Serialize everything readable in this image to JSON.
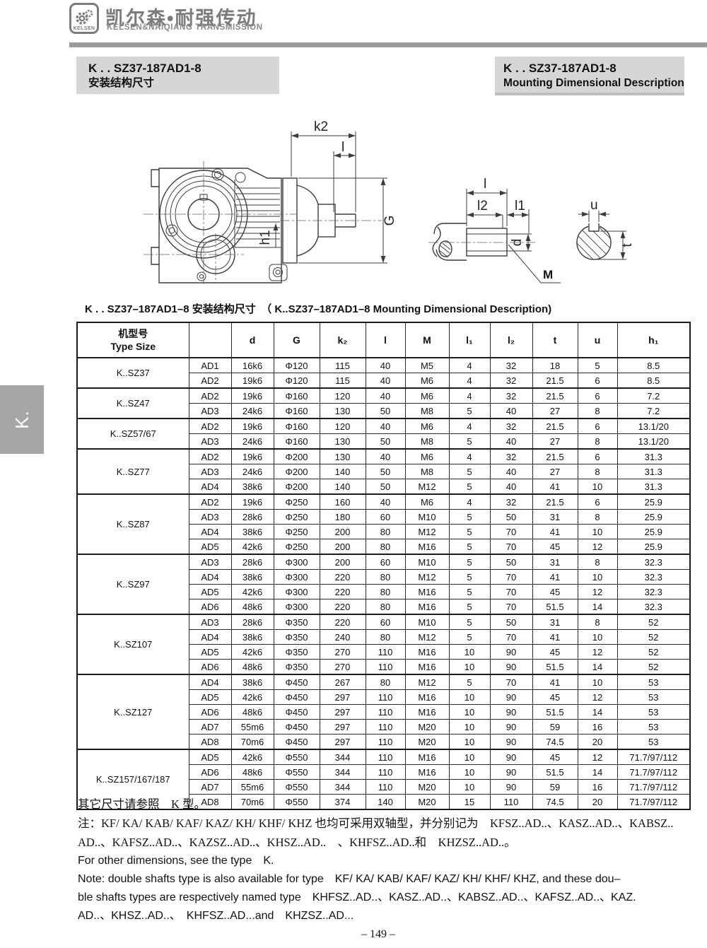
{
  "brand": {
    "logo_text": "KELSEN",
    "name_cn": "凯尔森•耐强传动",
    "name_en": "KELSEN&NAIQIANG TRANSMISSION"
  },
  "title_left": {
    "model": "K . . SZ37-187AD1-8",
    "subtitle": "安装结构尺寸"
  },
  "title_right": {
    "model": "K . . SZ37-187AD1-8",
    "subtitle": "Mounting Dimensional Description"
  },
  "side_tab": "K.",
  "drawing_labels": {
    "left": {
      "k2": "k2",
      "l": "l",
      "G": "G",
      "h1": "h1"
    },
    "right": {
      "l": "l",
      "l2": "l2",
      "l1": "l1",
      "d": "d",
      "M": "M",
      "u": "u",
      "t": "t"
    }
  },
  "table": {
    "caption": "K . . SZ37–187AD1–8 安装结构尺寸　（ K..SZ37–187AD1–8  Mounting  Dimensional  Description)",
    "headers": {
      "type_cn": "机型号",
      "type_en": "Type Size",
      "variant": "",
      "dims": [
        "d",
        "G",
        "k₂",
        "l",
        "M",
        "l₁",
        "l₂",
        "t",
        "u",
        "h₁"
      ]
    },
    "groups": [
      {
        "type": "K..SZ37",
        "rows": [
          [
            "AD1",
            "16k6",
            "Φ120",
            "115",
            "40",
            "M5",
            "4",
            "32",
            "18",
            "5",
            "8.5"
          ],
          [
            "AD2",
            "19k6",
            "Φ120",
            "115",
            "40",
            "M6",
            "4",
            "32",
            "21.5",
            "6",
            "8.5"
          ]
        ]
      },
      {
        "type": "K..SZ47",
        "rows": [
          [
            "AD2",
            "19k6",
            "Φ160",
            "120",
            "40",
            "M6",
            "4",
            "32",
            "21.5",
            "6",
            "7.2"
          ],
          [
            "AD3",
            "24k6",
            "Φ160",
            "130",
            "50",
            "M8",
            "5",
            "40",
            "27",
            "8",
            "7.2"
          ]
        ]
      },
      {
        "type": "K..SZ57/67",
        "rows": [
          [
            "AD2",
            "19k6",
            "Φ160",
            "120",
            "40",
            "M6",
            "4",
            "32",
            "21.5",
            "6",
            "13.1/20"
          ],
          [
            "AD3",
            "24k6",
            "Φ160",
            "130",
            "50",
            "M8",
            "5",
            "40",
            "27",
            "8",
            "13.1/20"
          ]
        ]
      },
      {
        "type": "K..SZ77",
        "rows": [
          [
            "AD2",
            "19k6",
            "Φ200",
            "130",
            "40",
            "M6",
            "4",
            "32",
            "21.5",
            "6",
            "31.3"
          ],
          [
            "AD3",
            "24k6",
            "Φ200",
            "140",
            "50",
            "M8",
            "5",
            "40",
            "27",
            "8",
            "31.3"
          ],
          [
            "AD4",
            "38k6",
            "Φ200",
            "140",
            "50",
            "M12",
            "5",
            "40",
            "41",
            "10",
            "31.3"
          ]
        ]
      },
      {
        "type": "K..SZ87",
        "rows": [
          [
            "AD2",
            "19k6",
            "Φ250",
            "160",
            "40",
            "M6",
            "4",
            "32",
            "21.5",
            "6",
            "25.9"
          ],
          [
            "AD3",
            "28k6",
            "Φ250",
            "180",
            "60",
            "M10",
            "5",
            "50",
            "31",
            "8",
            "25.9"
          ],
          [
            "AD4",
            "38k6",
            "Φ250",
            "200",
            "80",
            "M12",
            "5",
            "70",
            "41",
            "10",
            "25.9"
          ],
          [
            "AD5",
            "42k6",
            "Φ250",
            "200",
            "80",
            "M16",
            "5",
            "70",
            "45",
            "12",
            "25.9"
          ]
        ]
      },
      {
        "type": "K..SZ97",
        "rows": [
          [
            "AD3",
            "28k6",
            "Φ300",
            "200",
            "60",
            "M10",
            "5",
            "50",
            "31",
            "8",
            "32.3"
          ],
          [
            "AD4",
            "38k6",
            "Φ300",
            "220",
            "80",
            "M12",
            "5",
            "70",
            "41",
            "10",
            "32.3"
          ],
          [
            "AD5",
            "42k6",
            "Φ300",
            "220",
            "80",
            "M16",
            "5",
            "70",
            "45",
            "12",
            "32.3"
          ],
          [
            "AD6",
            "48k6",
            "Φ300",
            "220",
            "80",
            "M16",
            "5",
            "70",
            "51.5",
            "14",
            "32.3"
          ]
        ]
      },
      {
        "type": "K..SZ107",
        "rows": [
          [
            "AD3",
            "28k6",
            "Φ350",
            "220",
            "60",
            "M10",
            "5",
            "50",
            "31",
            "8",
            "52"
          ],
          [
            "AD4",
            "38k6",
            "Φ350",
            "240",
            "80",
            "M12",
            "5",
            "70",
            "41",
            "10",
            "52"
          ],
          [
            "AD5",
            "42k6",
            "Φ350",
            "270",
            "110",
            "M16",
            "10",
            "90",
            "45",
            "12",
            "52"
          ],
          [
            "AD6",
            "48k6",
            "Φ350",
            "270",
            "110",
            "M16",
            "10",
            "90",
            "51.5",
            "14",
            "52"
          ]
        ]
      },
      {
        "type": "K..SZ127",
        "rows": [
          [
            "AD4",
            "38k6",
            "Φ450",
            "267",
            "80",
            "M12",
            "5",
            "70",
            "41",
            "10",
            "53"
          ],
          [
            "AD5",
            "42k6",
            "Φ450",
            "297",
            "110",
            "M16",
            "10",
            "90",
            "45",
            "12",
            "53"
          ],
          [
            "AD6",
            "48k6",
            "Φ450",
            "297",
            "110",
            "M16",
            "10",
            "90",
            "51.5",
            "14",
            "53"
          ],
          [
            "AD7",
            "55m6",
            "Φ450",
            "297",
            "110",
            "M20",
            "10",
            "90",
            "59",
            "16",
            "53"
          ],
          [
            "AD8",
            "70m6",
            "Φ450",
            "297",
            "110",
            "M20",
            "10",
            "90",
            "74.5",
            "20",
            "53"
          ]
        ]
      },
      {
        "type": "K..SZ157/167/187",
        "rows": [
          [
            "AD5",
            "42k6",
            "Φ550",
            "344",
            "110",
            "M16",
            "10",
            "90",
            "45",
            "12",
            "71.7/97/112"
          ],
          [
            "AD6",
            "48k6",
            "Φ550",
            "344",
            "110",
            "M16",
            "10",
            "90",
            "51.5",
            "14",
            "71.7/97/112"
          ],
          [
            "AD7",
            "55m6",
            "Φ550",
            "344",
            "110",
            "M20",
            "10",
            "90",
            "59",
            "16",
            "71.7/97/112"
          ],
          [
            "AD8",
            "70m6",
            "Φ550",
            "374",
            "140",
            "M20",
            "15",
            "110",
            "74.5",
            "20",
            "71.7/97/112"
          ]
        ]
      }
    ]
  },
  "notes": {
    "cn1": "其它尺寸请参照　K 型。",
    "cn2": "注：KF/ KA/ KAB/ KAF/ KAZ/ KH/ KHF/ KHZ 也均可采用双轴型，并分别记为　KFSZ..AD..、KASZ..AD..、KABSZ..",
    "cn3": "AD..、KAFSZ..AD..、KAZSZ..AD..、KHSZ..AD..　、KHFSZ..AD..和　KHZSZ..AD..。",
    "en1": "For other dimensions, see the type　K.",
    "en2": "Note: double shafts type is also available for type　KF/ KA/ KAB/ KAF/ KAZ/ KH/ KHF/ KHZ, and these dou–",
    "en3": "ble shafts types are respectively named type　KHFSZ..AD..、KASZ..AD..、KABSZ..AD..、KAFSZ..AD..、KAZ.",
    "en4": "AD..、KHSZ..AD..、　KHFSZ..AD...and　KHZSZ..AD..."
  },
  "page_number": "– 149 –",
  "colors": {
    "brand_gray": "#7b7b7b",
    "title_bg": "#d6d6d6",
    "tab_bg": "#a6a6a6",
    "rule_gray": "#9b9b9b"
  }
}
